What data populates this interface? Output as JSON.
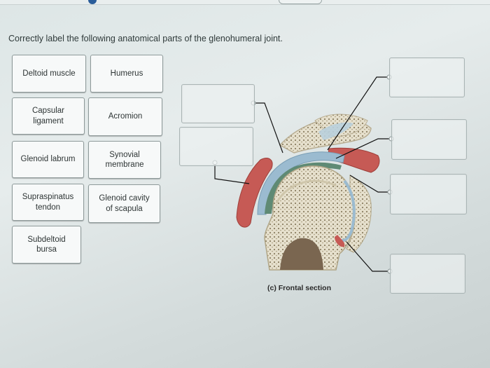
{
  "instructions": "Correctly label the following anatomical parts of the glenohumeral joint.",
  "labels": [
    "Deltoid muscle",
    "Humerus",
    "Capsular\nligament",
    "Acromion",
    "Glenoid labrum",
    "Synovial\nmembrane",
    "Supraspinatus\ntendon",
    "Glenoid cavity\nof scapula",
    "Subdeltoid\nbursa"
  ],
  "figure_caption": "(c) Frontal section",
  "colors": {
    "bone": "#d8d2bf",
    "marrow": "#8a7560",
    "muscle": "#c65a55",
    "capsule": "#9bbbd0",
    "membrane": "#5f8a74"
  }
}
